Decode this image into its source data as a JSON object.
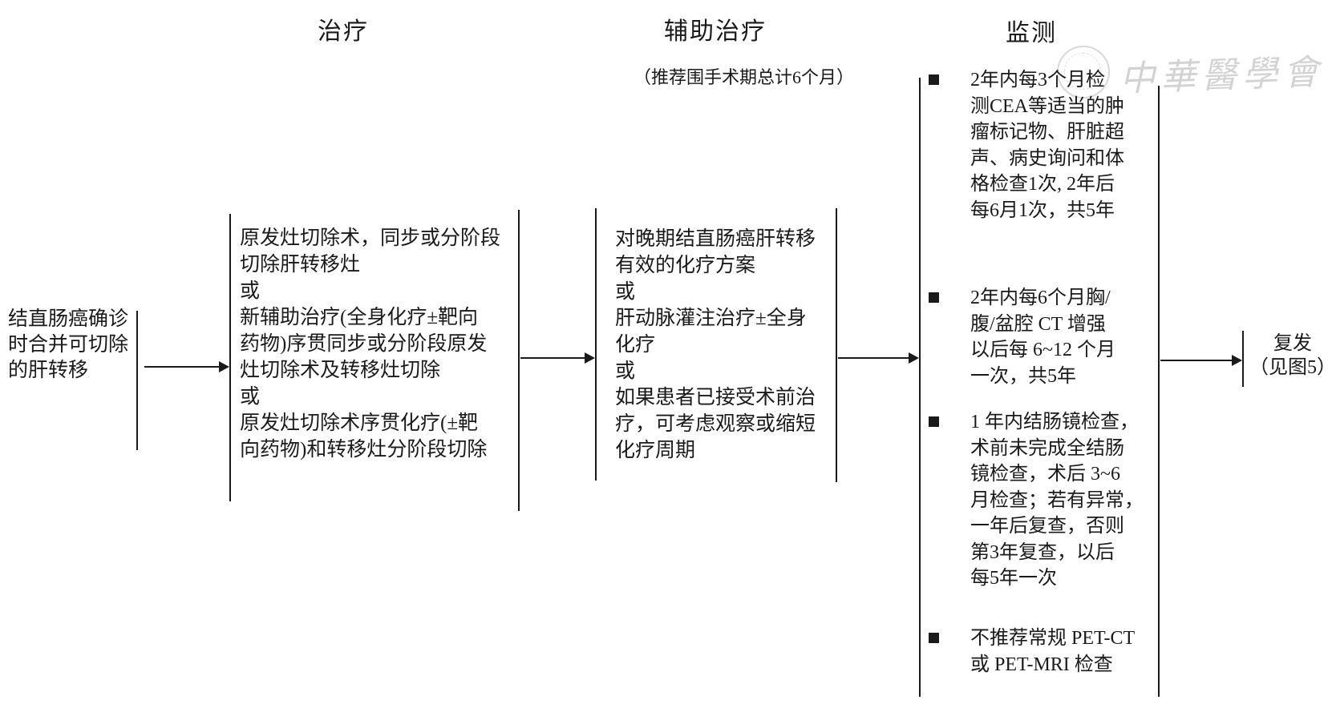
{
  "headers": {
    "treatment": "治疗",
    "adjuvant": "辅助治疗",
    "adjuvant_note": "（推荐围手术期总计6个月）",
    "monitoring": "监测"
  },
  "diagnosis": {
    "text": "结直肠癌确诊\n时合并可切除\n的肝转移"
  },
  "treatment": {
    "text": "原发灶切除术，同步或分阶段\n切除肝转移灶\n或\n新辅助治疗(全身化疗±靶向\n药物)序贯同步或分阶段原发\n灶切除术及转移灶切除\n或\n原发灶切除术序贯化疗(±靶\n向药物)和转移灶分阶段切除"
  },
  "adjuvant": {
    "text": "对晚期结直肠癌肝转移\n有效的化疗方案\n或\n肝动脉灌注治疗±全身\n化疗\n或\n如果患者已接受术前治\n疗，可考虑观察或缩短\n化疗周期"
  },
  "monitoring": {
    "bullets": [
      {
        "text": "2年内每3个月检\n测CEA等适当的肿\n瘤标记物、肝脏超\n声、病史询问和体\n格检查1次, 2年后\n每6月1次，共5年"
      },
      {
        "text": "2年内每6个月胸/\n腹/盆腔 CT 增强\n以后每 6~12 个月\n一次，共5年"
      },
      {
        "text": "1 年内结肠镜检查，\n术前未完成全结肠\n镜检查，术后 3~6\n月检查；若有异常，\n一年后复查，否则\n第3年复查，以后\n每5年一次"
      },
      {
        "text": "不推荐常规 PET-CT\n或 PET-MRI 检查"
      }
    ]
  },
  "recurrence": {
    "text": "复发\n（见图5）"
  },
  "watermark": {
    "text": "中華醫學會"
  },
  "colors": {
    "text": "#1a1a1a",
    "line": "#1a1a1a",
    "watermark": "#d3d3d3",
    "background": "#ffffff"
  }
}
